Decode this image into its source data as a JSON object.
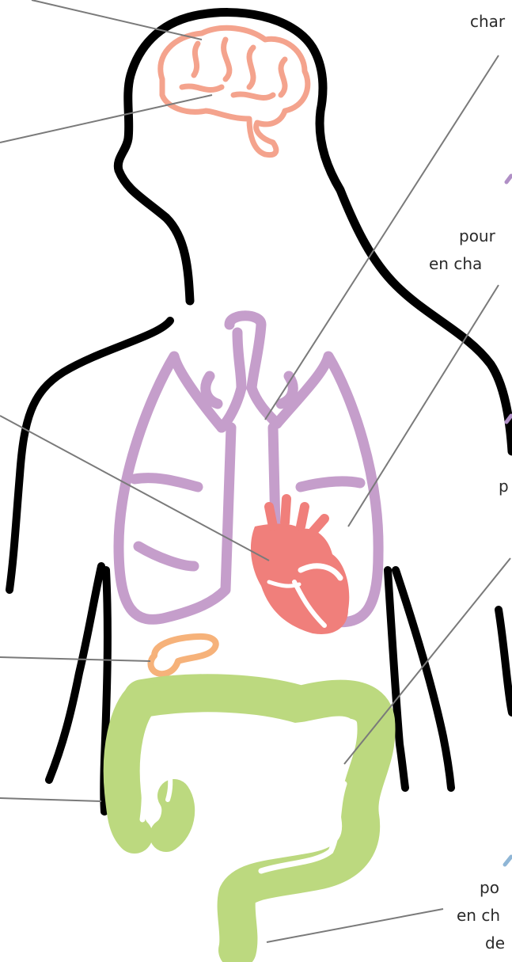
{
  "labels": {
    "top_right": "char",
    "mid_right_1": "pour",
    "mid_right_2": "en cha",
    "mid_right_3": "p",
    "bottom_right_1": "po",
    "bottom_right_2": "en ch",
    "bottom_right_3": "de"
  },
  "organs": {
    "brain": "brain-icon",
    "lungs": "lungs-icon",
    "heart": "heart-icon",
    "pancreas": "pancreas-icon",
    "intestine": "intestine-icon"
  },
  "colors": {
    "outline": "#000000",
    "brain": "#f4a38d",
    "lungs": "#c59ecb",
    "heart": "#f07f7b",
    "pancreas": "#f6b27a",
    "intestine": "#bcd97f",
    "leader": "#7a7a7a",
    "accent_purple": "#b08fc6",
    "accent_blue": "#8fb6d6"
  }
}
